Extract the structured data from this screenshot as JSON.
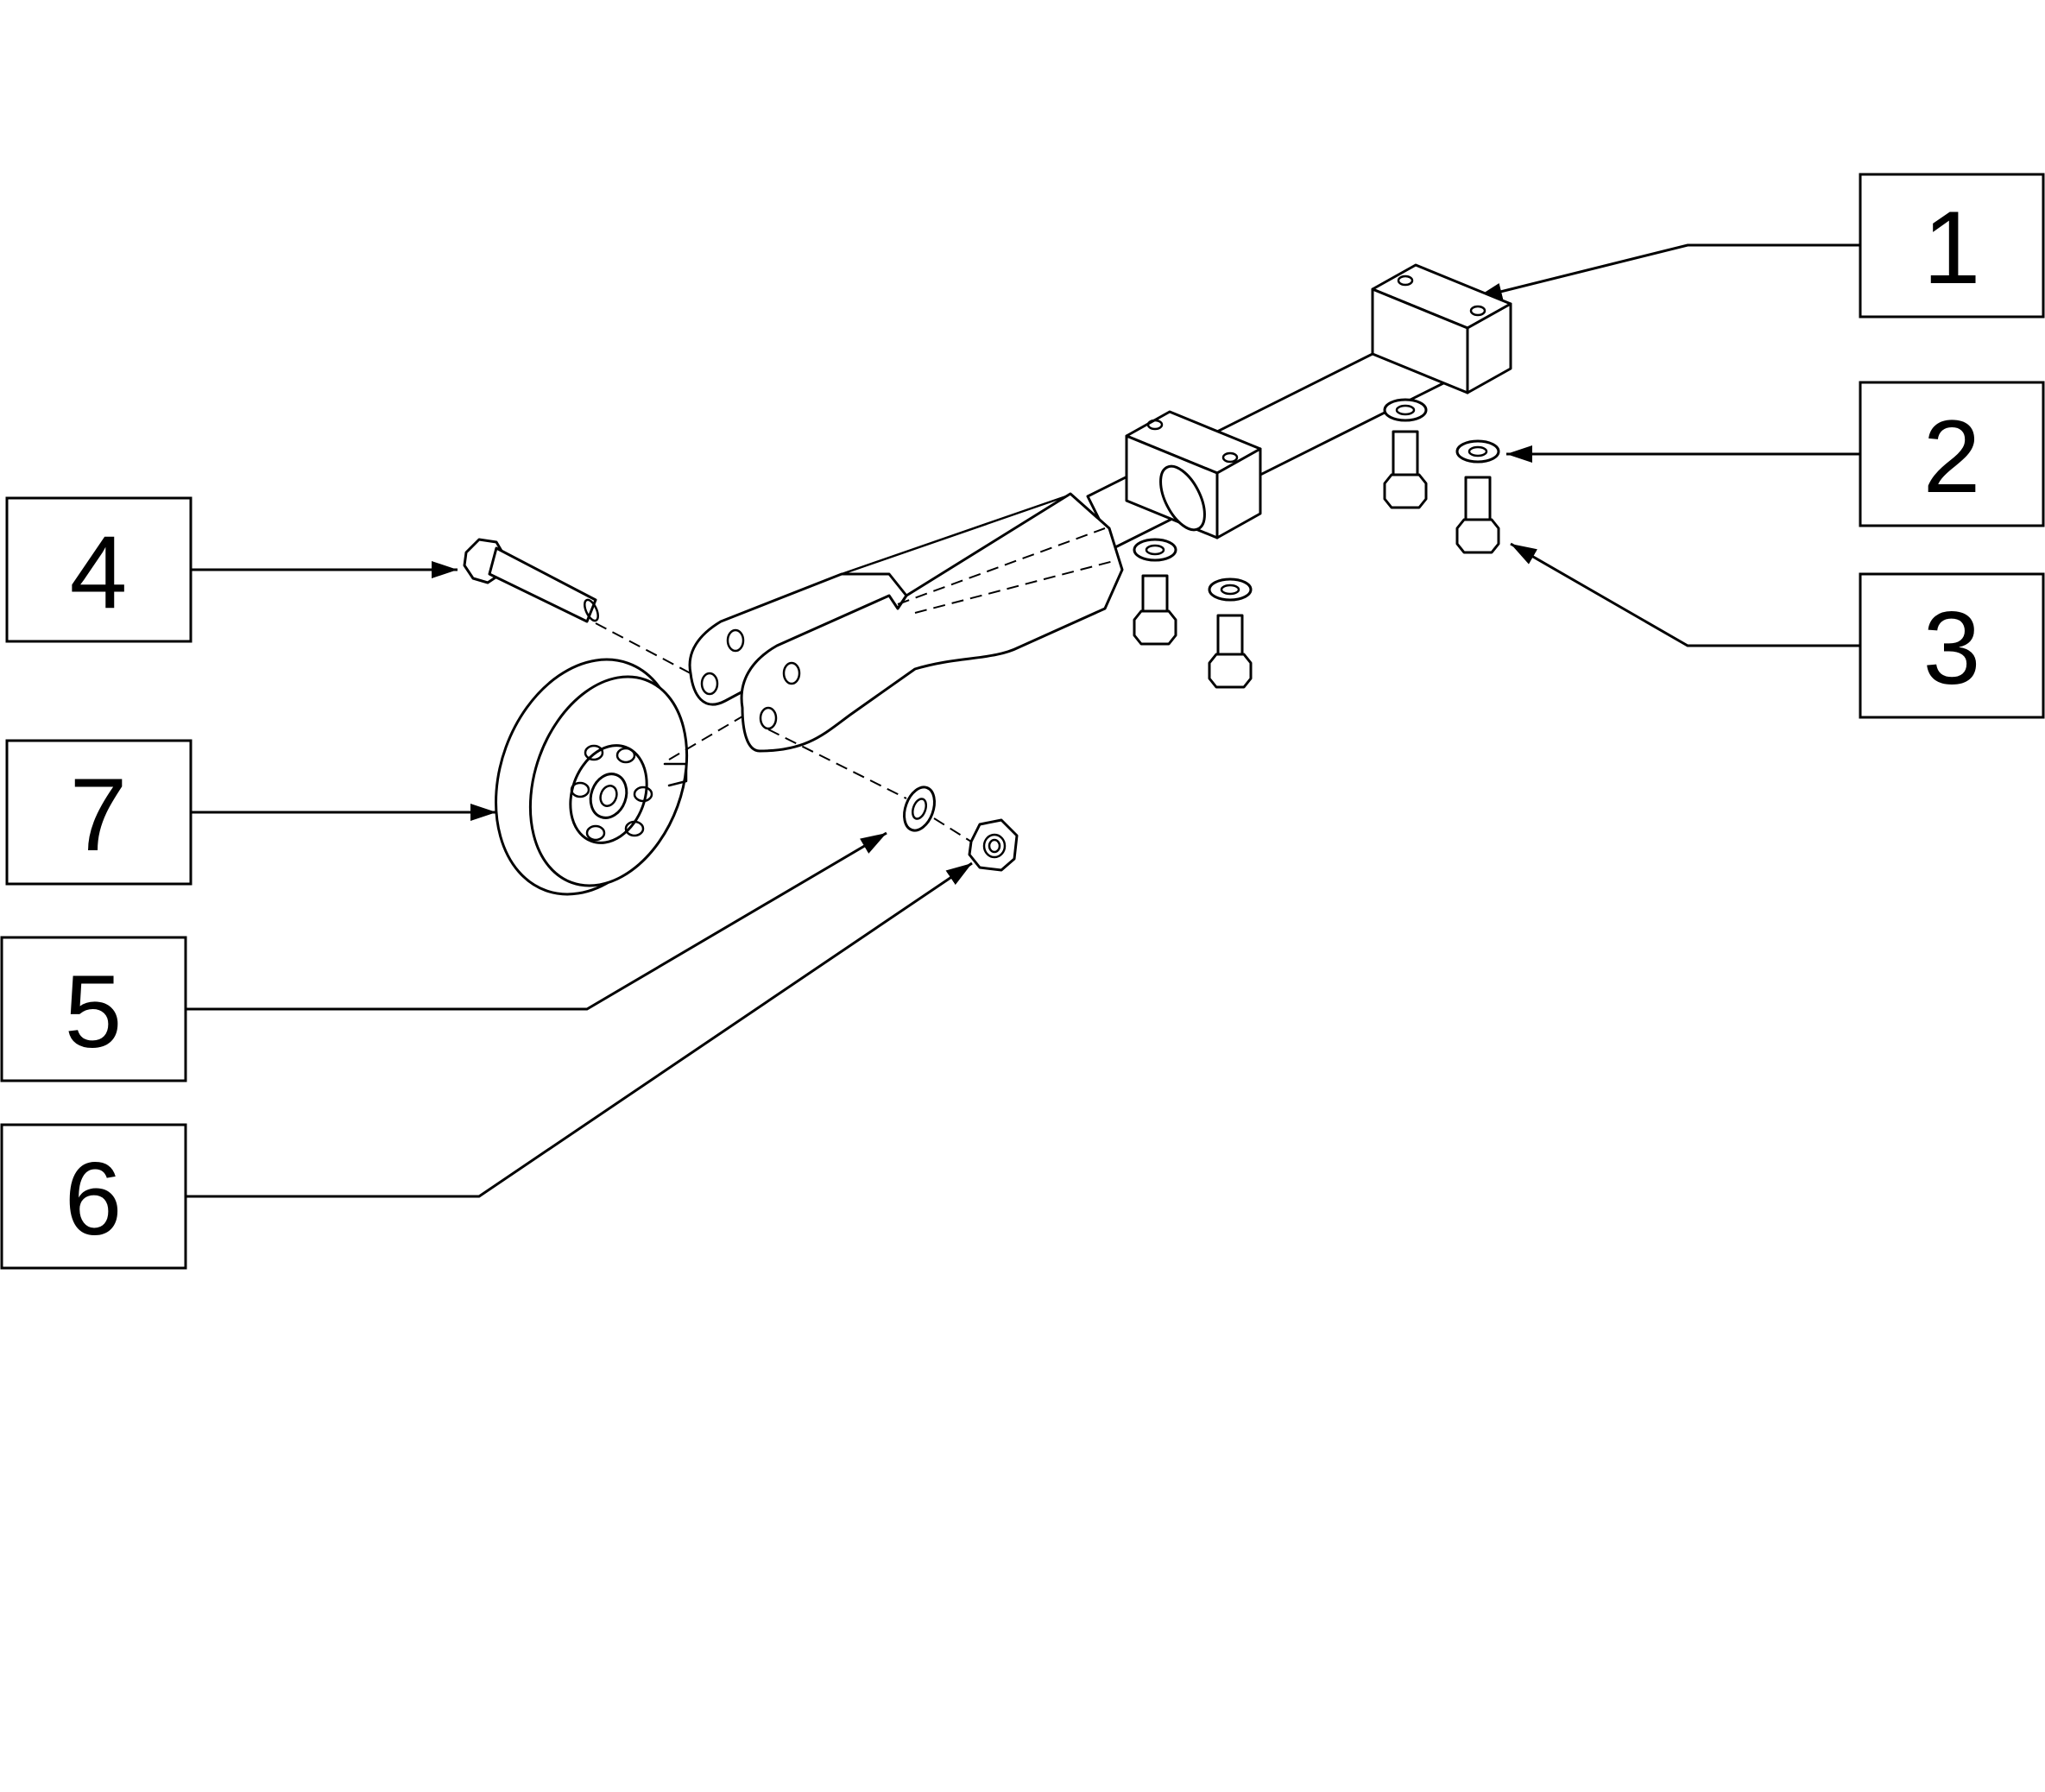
{
  "callouts": [
    {
      "id": "1",
      "label": "1",
      "part": "axle-tube-assembly"
    },
    {
      "id": "2",
      "label": "2",
      "part": "washer"
    },
    {
      "id": "3",
      "label": "3",
      "part": "hex-bolt"
    },
    {
      "id": "4",
      "label": "4",
      "part": "long-hex-bolt"
    },
    {
      "id": "5",
      "label": "5",
      "part": "flat-washer"
    },
    {
      "id": "6",
      "label": "6",
      "part": "hex-nut"
    },
    {
      "id": "7",
      "label": "7",
      "part": "wheel"
    }
  ],
  "colors": {
    "line": "#000000",
    "background": "#ffffff"
  }
}
